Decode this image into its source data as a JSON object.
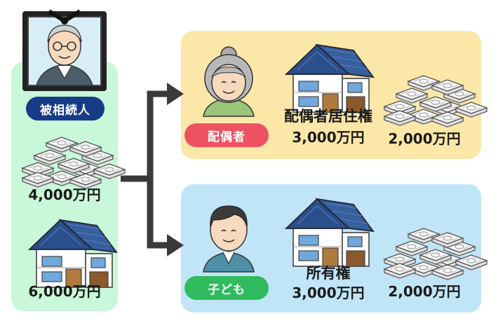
{
  "deceased": {
    "label": "被相続人"
  },
  "estate": {
    "cash_amount": "4,000万円",
    "house_amount": "6,000万円"
  },
  "spouse": {
    "label": "配偶者",
    "right_label": "配偶者居住権",
    "right_amount": "3,000万円",
    "cash_amount": "2,000万円"
  },
  "child": {
    "label": "子ども",
    "right_label": "所有権",
    "right_amount": "3,000万円",
    "cash_amount": "2,000万円"
  },
  "colors": {
    "left_panel": "#c9f7d9",
    "spouse_panel": "#fbe7a8",
    "child_panel": "#c0e5f7",
    "deceased_pill": "#173b86",
    "spouse_pill": "#ee5261",
    "child_pill": "#2fbb5e",
    "arrow": "#3a3a3a"
  }
}
